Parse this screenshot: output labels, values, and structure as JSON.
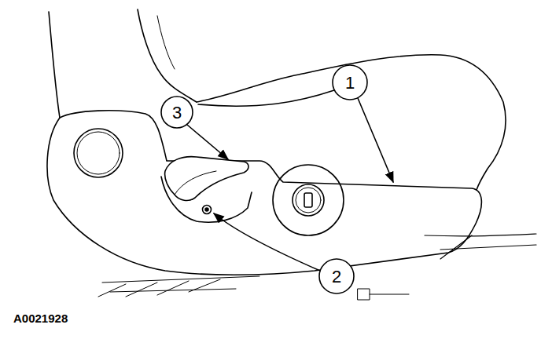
{
  "diagram": {
    "labels": [
      "3",
      "1",
      "2",
      "A0021928"
    ]
  }
}
